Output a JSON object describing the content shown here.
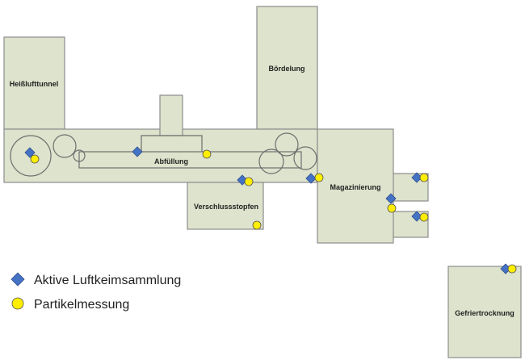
{
  "rooms": {
    "heisslufttunnel": "Heißlufttunnel",
    "boerdelung": "Bördelung",
    "abfuellung": "Abfüllung",
    "verschlussstopfen": "Verschlussstopfen",
    "magazinierung": "Magazinierung",
    "gefriertrocknung": "Gefriertrocknung"
  },
  "legend": {
    "active_air": "Aktive Luftkeimsammlung",
    "particle": "Partikelmessung"
  },
  "colors": {
    "room_fill": "#dde3cc",
    "room_stroke": "#8d8d8d",
    "diamond": "#4472c4",
    "circle": "#ffee00"
  }
}
